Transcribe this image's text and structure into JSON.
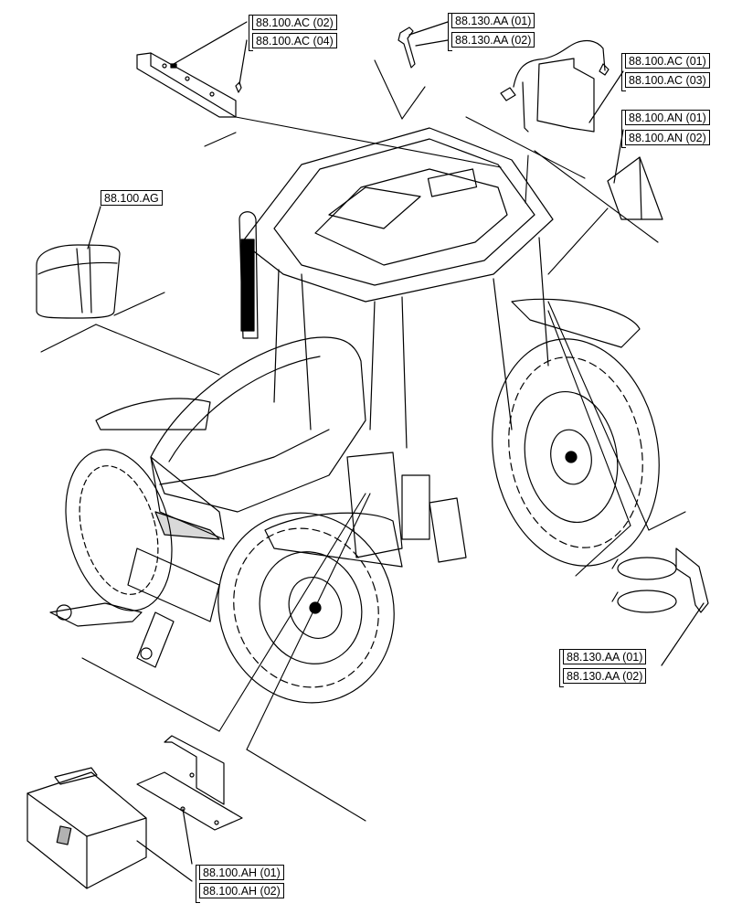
{
  "callouts": {
    "ac_02": "88.100.AC (02)",
    "ac_04": "88.100.AC (04)",
    "aa_top_01": "88.130.AA (01)",
    "aa_top_02": "88.130.AA (02)",
    "ac_01": "88.100.AC (01)",
    "ac_03": "88.100.AC (03)",
    "an_01": "88.100.AN (01)",
    "an_02": "88.100.AN (02)",
    "ag": "88.100.AG",
    "aa_mid_01": "88.130.AA (01)",
    "aa_mid_02": "88.130.AA (02)",
    "ah_01": "88.100.AH (01)",
    "ah_02": "88.100.AH (02)"
  }
}
